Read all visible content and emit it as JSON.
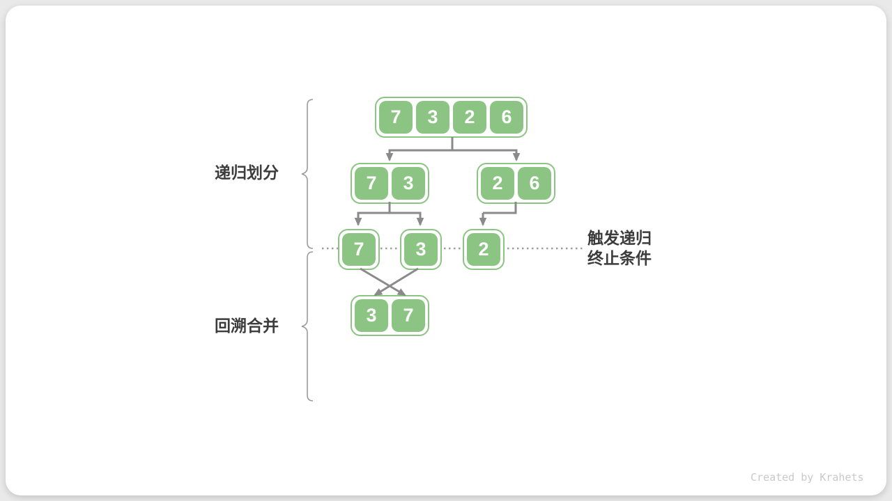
{
  "colors": {
    "green": "#8cc483",
    "arrow": "#8a8a8a",
    "dotted": "#9e9e9e",
    "brace": "#9a9a9a",
    "label": "#3c3c3c",
    "number": "#ffffff",
    "footer_text": "#c9c9c9",
    "card_bg": "#ffffff",
    "page_bg": "#e9e9e9"
  },
  "labels": {
    "divide_phase": "递归划分",
    "merge_phase": "回溯合并",
    "terminate_line1": "触发递归",
    "terminate_line2": "终止条件",
    "credit": "Created by Krahets"
  },
  "tree": {
    "root": {
      "values": [
        "7",
        "3",
        "2",
        "6"
      ]
    },
    "level2_left": {
      "values": [
        "7",
        "3"
      ]
    },
    "level2_right": {
      "values": [
        "2",
        "6"
      ]
    },
    "leaf_7": {
      "values": [
        "7"
      ]
    },
    "leaf_3": {
      "values": [
        "3"
      ]
    },
    "leaf_2": {
      "values": [
        "2"
      ]
    },
    "merged": {
      "values": [
        "3",
        "7"
      ]
    }
  }
}
